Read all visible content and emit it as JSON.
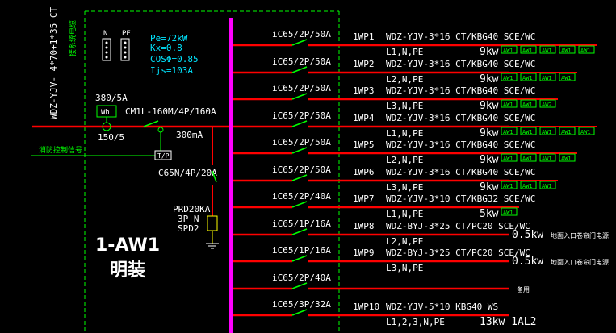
{
  "panel": {
    "name": "1-AW1",
    "install": "明装",
    "incoming_cable": "WDZ-YJV- 4*70+1*35 CT",
    "incoming_note": "接系统电缆",
    "meter": "Wh",
    "ct_ratio_top": "380/5A",
    "ct_ratio_bottom": "150/5",
    "main_breaker": "CM1L-160M/4P/160A",
    "leakage": "300mA",
    "fire_signal": "消防控制信号",
    "tp_box": "T/P",
    "spd_breaker": "C65N/4P/20A",
    "spd_spec": [
      "PRD20KA",
      "3P+N",
      "SPD2"
    ],
    "terminals": [
      "N",
      "PE"
    ]
  },
  "load_calc": {
    "pe": "Pe=72kW",
    "kx": "Kx=0.8",
    "cos": "COSΦ=0.85",
    "ijs": "Ijs=103A"
  },
  "colors": {
    "bus": "#ff00ff",
    "line": "#ff0000",
    "switch": "#00ff00",
    "frame": "#00ff00",
    "text": "#ffffff",
    "calc": "#00e5ff"
  },
  "circuits": [
    {
      "breaker": "iC65/2P/50A",
      "id": "1WP1",
      "cable": "WDZ-YJV-3*16 CT/KBG40 SCE/WC",
      "phase": "L1,N,PE",
      "load": "9kw",
      "tags": [
        "AW1",
        "AW1",
        "AW1",
        "AW1",
        "AW1"
      ]
    },
    {
      "breaker": "iC65/2P/50A",
      "id": "1WP2",
      "cable": "WDZ-YJV-3*16 CT/KBG40 SCE/WC",
      "phase": "L2,N,PE",
      "load": "9kw",
      "tags": [
        "AW1",
        "AW1",
        "AW1",
        "AW1"
      ]
    },
    {
      "breaker": "iC65/2P/50A",
      "id": "1WP3",
      "cable": "WDZ-YJV-3*16 CT/KBG40 SCE/WC",
      "phase": "L3,N,PE",
      "load": "9kw",
      "tags": [
        "AW1",
        "AW1",
        "AW2"
      ]
    },
    {
      "breaker": "iC65/2P/50A",
      "id": "1WP4",
      "cable": "WDZ-YJV-3*16 CT/KBG40 SCE/WC",
      "phase": "L1,N,PE",
      "load": "9kw",
      "tags": [
        "AW1",
        "AW1",
        "AW1",
        "AW1",
        "AW1"
      ]
    },
    {
      "breaker": "iC65/2P/50A",
      "id": "1WP5",
      "cable": "WDZ-YJV-3*16 CT/KBG40 SCE/WC",
      "phase": "L2,N,PE",
      "load": "9kw",
      "tags": [
        "AW1",
        "AW1",
        "AW1",
        "AW1"
      ]
    },
    {
      "breaker": "iC65/2P/50A",
      "id": "1WP6",
      "cable": "WDZ-YJV-3*16 CT/KBG40 SCE/WC",
      "phase": "L3,N,PE",
      "load": "9kw",
      "tags": [
        "AW1",
        "AW1",
        "AW1"
      ]
    },
    {
      "breaker": "iC65/2P/40A",
      "id": "1WP7",
      "cable": "WDZ-YJV-3*10 CT/KBG32 SCE/WC",
      "phase": "L1,N,PE",
      "load": "5kw",
      "tags": [
        "AW1"
      ]
    },
    {
      "breaker": "iC65/1P/16A",
      "id": "1WP8",
      "cable": "WDZ-BYJ-3*25 CT/PC20 SCE/WC",
      "phase": "L2,N,PE",
      "load": "0.5kw",
      "note": "地面入口卷帘门电源",
      "tags": []
    },
    {
      "breaker": "iC65/1P/16A",
      "id": "1WP9",
      "cable": "WDZ-BYJ-3*25 CT/PC20 SCE/WC",
      "phase": "L3,N,PE",
      "load": "0.5kw",
      "note": "地面入口卷帘门电源",
      "tags": []
    },
    {
      "breaker": "iC65/2P/40A",
      "id": "",
      "cable": "",
      "phase": "",
      "load": "",
      "note": "备用",
      "tags": []
    },
    {
      "breaker": "iC65/3P/32A",
      "id": "1WP10",
      "cable": "WDZ-YJV-5*10 KBG40 WS",
      "phase": "L1,2,3,N,PE",
      "load": "13kw 1AL2",
      "tags": []
    }
  ]
}
